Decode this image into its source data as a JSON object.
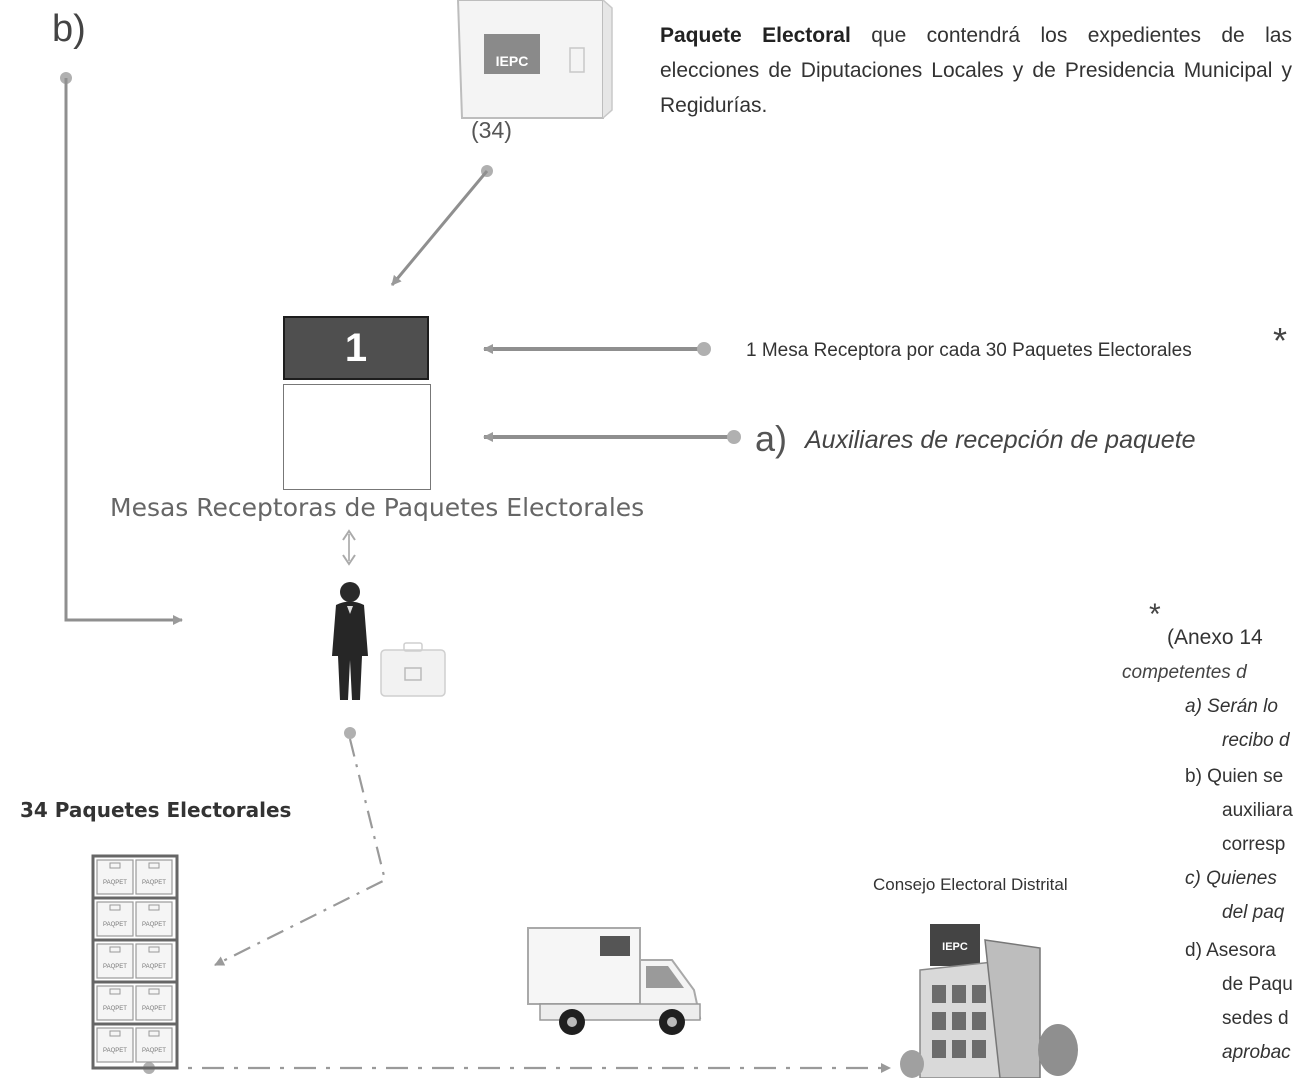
{
  "section_label": "b)",
  "paquete_electoral": {
    "title": "Paquete Electoral",
    "description": "que contendrá los expedientes de las elecciones de Diputaciones Locales y de Presidencia Municipal y Regidurías.",
    "count_label": "(34)",
    "logo_text": "IEPC"
  },
  "mesa_receptora": {
    "number": "1",
    "title": "Mesas Receptoras de Paquetes Electorales",
    "ratio_label": "1 Mesa Receptora por cada 30 Paquetes Electorales",
    "ratio_marker": "*",
    "aux_prefix": "a)",
    "aux_label": "Auxiliares de recepción de paquete"
  },
  "paquetes": {
    "count_label": "34 Paquetes Electorales",
    "box_label": "PAQPET"
  },
  "consejo": {
    "label": "Consejo Electoral Distrital",
    "logo_text": "IEPC"
  },
  "anexo": {
    "marker": "*",
    "line1": "(Anexo 14",
    "line2": "competentes d",
    "items": [
      {
        "text": "a) Serán lo",
        "italic": true
      },
      {
        "text": "recibo d",
        "italic": true
      },
      {
        "text": "b) Quien se",
        "italic": false
      },
      {
        "text": "auxiliara",
        "italic": false
      },
      {
        "text": "corresp",
        "italic": false
      },
      {
        "text": "c) Quienes",
        "italic": true
      },
      {
        "text": "del paq",
        "italic": true
      },
      {
        "text": "d) Asesora",
        "italic": false
      },
      {
        "text": "de Paqu",
        "italic": false
      },
      {
        "text": "sedes d",
        "italic": false
      },
      {
        "text": "aprobac",
        "italic": true
      }
    ]
  },
  "colors": {
    "connector": "#8f8f8f",
    "dot": "#a8a8a8",
    "mesa_box": "#4f4f4f"
  }
}
